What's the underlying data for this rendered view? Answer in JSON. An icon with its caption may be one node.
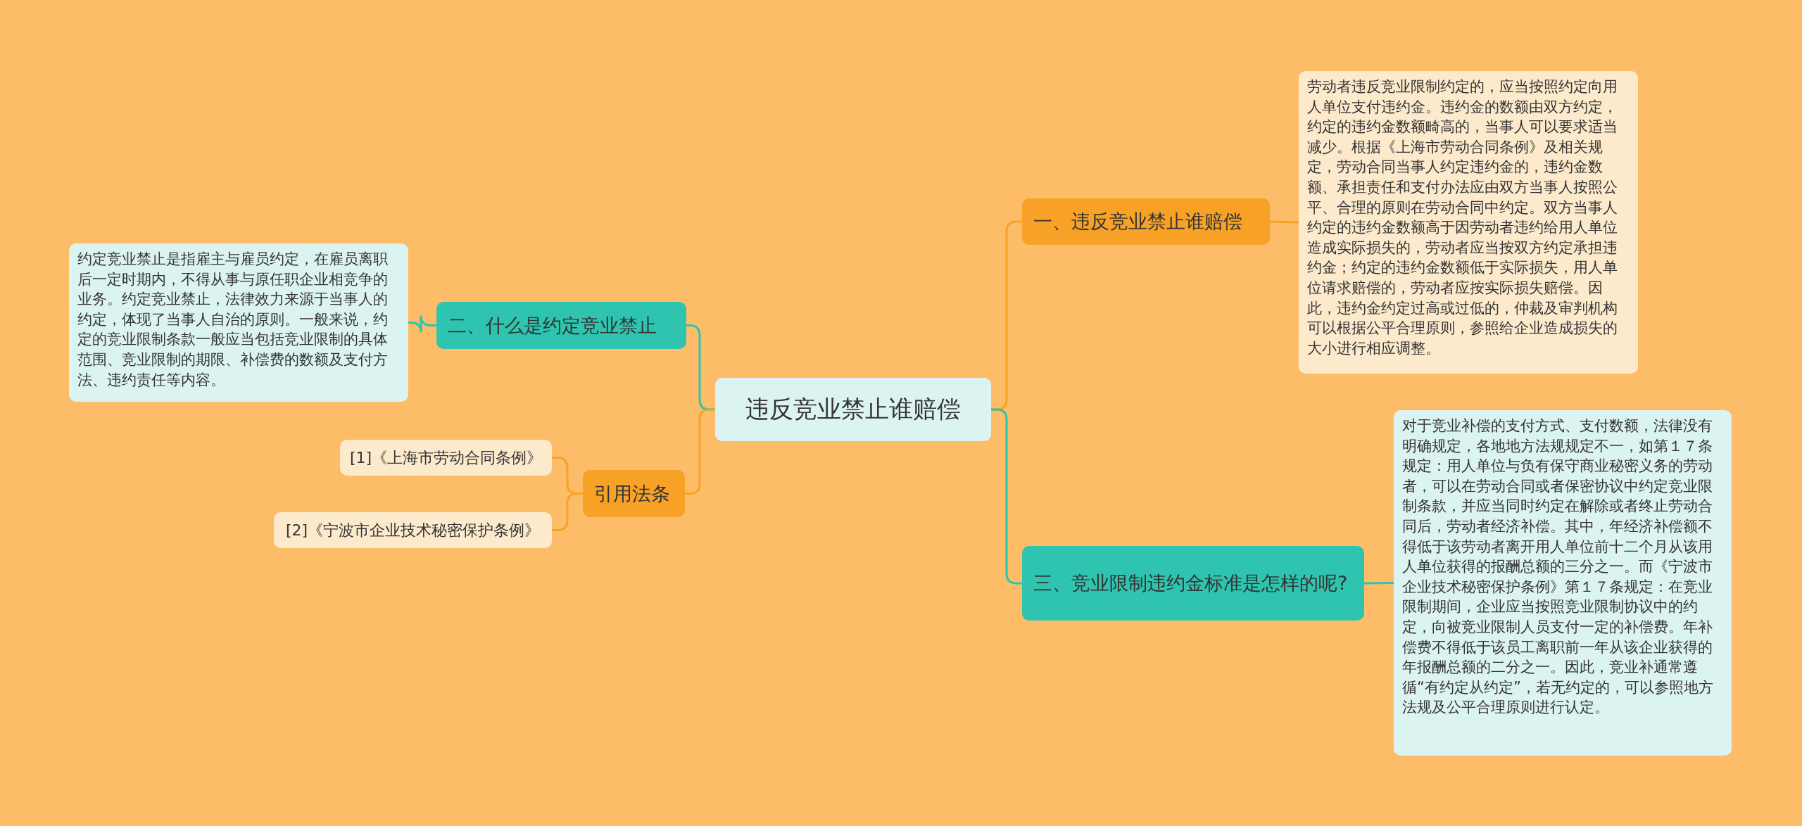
{
  "diagram": {
    "nodes": [
      {
        "text": [
          "违反竞业禁止谁赔偿"
        ]
      },
      {
        "text": [
          "一、违反竞业禁止谁赔偿"
        ]
      },
      {
        "text": [
          "劳动者违反竞业限制约定的，应当按照约定向用人单位支付违约金。违约金的数额由双方约定，约定的违约金数额畸高的，当事人可以要求适当减少。根据《上海市劳动合同条例》及相关规定，劳动合同当事人约定违约金的，违约金数额、承担责任和支付办法应由双方当事人按照公平、合理的原则在劳动合同中约定。双方当事人约定的违约金数额高于因劳动者违约给用人单位造成实际损失的，劳动者应当按双方约定承担违约金；约定的违约金数额低于实际损失，用人单位请求赔偿的，劳动者应按实际损失赔偿。因此，违约金约定过高或过低的，仲裁及审判机构可以根据公平合理原则，参照给企业造成损失的大小进行相应调整。"
        ]
      },
      {
        "text": [
          "二、什么是约定竞业禁止"
        ]
      },
      {
        "text": [
          "约定竞业禁止是指雇主与雇员约定，在雇员离职后一定时期内，不得从事与原任职企业相竞争的业务。约定竞业禁止，法律效力来源于当事人的约定，体现了当事人自治的原则。一般来说，约定的竞业限制条款一般应当包括竞业限制的具体范围、竞业限制的期限、补偿费的数额及支付方法、违约责任等内容。"
        ]
      },
      {
        "text": [
          "引用法条"
        ]
      },
      {
        "text": [
          "[1]《上海市劳动合同条例》"
        ]
      },
      {
        "text": [
          "[2]《宁波市企业技术秘密保护条例》"
        ]
      },
      {
        "text": [
          "三、竞业限制违约金标准是怎样的呢?"
        ]
      },
      {
        "text": [
          "对于竞业补偿的支付方式、支付数额，法律没有明确规定，各地地方法规规定不一，如第１７条规定：用人单位与负有保守商业秘密义务的劳动者，可以在劳动合同或者保密协议中约定竞业限制条款，并应当同时约定在解除或者终止劳动合同后，劳动者经济补偿。其中，年经济补偿额不得低于该劳动者离开用人单位前十二个月从该用人单位获得的报酬总额的三分之一。而《宁波市企业技术秘密保护条例》第１７条规定：在竞业限制期间，企业应当按照竞业限制协议中的约定，向被竞业限制人员支付一定的补偿费。年补偿费不得低于该员工离职前一年从该企业获得的年报酬总额的二分之一。因此，竞业补通常遵循“有约定从约定”，若无约定的，可以参照地方法规及公平合理原则进行认定。"
        ]
      }
    ],
    "edges": [
      {
        "from": 0,
        "to": 1,
        "arrow": "none"
      },
      {
        "from": 1,
        "to": 2,
        "arrow": "none"
      },
      {
        "from": 0,
        "to": 3,
        "arrow": "none",
        "color": "#2ec4b0"
      },
      {
        "from": 3,
        "to": 4,
        "arrow": "none",
        "color": "#2ec4b0"
      },
      {
        "from": 0,
        "to": 5,
        "arrow": "none"
      },
      {
        "from": 5,
        "to": 6,
        "arrow": "none"
      },
      {
        "from": 5,
        "to": 7,
        "arrow": "none"
      },
      {
        "from": 0,
        "to": 8,
        "arrow": "none",
        "color": "#2ec4b0"
      },
      {
        "from": 8,
        "to": 9,
        "arrow": "none",
        "color": "#2ec4b0"
      }
    ]
  }
}
